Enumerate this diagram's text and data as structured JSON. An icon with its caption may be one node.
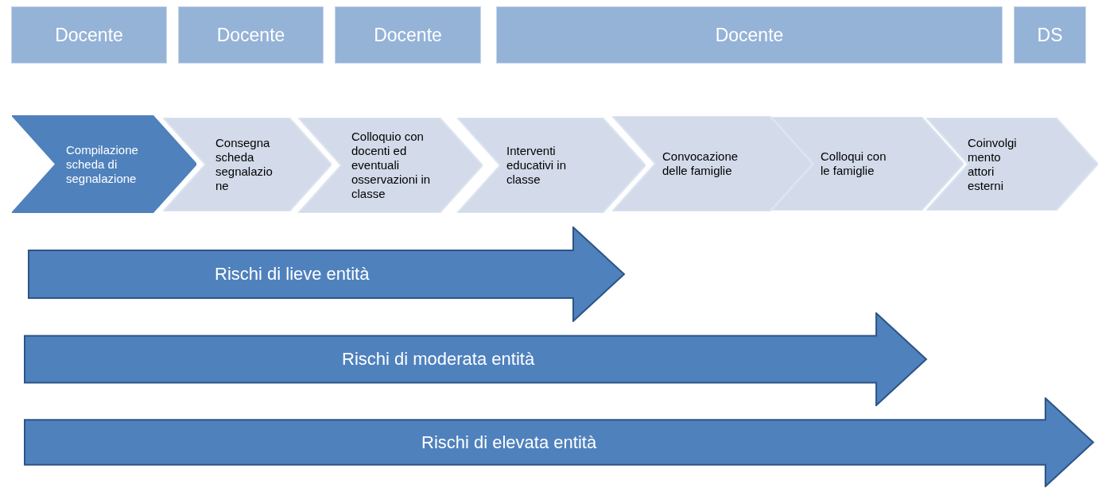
{
  "diagram": {
    "nodes": [
      {
        "text": [
          "Docente"
        ]
      },
      {
        "text": [
          "Docente"
        ]
      },
      {
        "text": [
          "Docente"
        ]
      },
      {
        "text": [
          "Docente"
        ]
      },
      {
        "text": [
          "DS"
        ]
      },
      {
        "text": [
          "Compilazione scheda di segnalazione"
        ]
      },
      {
        "text": [
          "Consegna scheda segnalazione"
        ]
      },
      {
        "text": [
          "Colloquio con docenti ed eventuali osservazioni in classe"
        ]
      },
      {
        "text": [
          "Interventi educativi in classe"
        ]
      },
      {
        "text": [
          "Convocazione delle famiglie"
        ]
      },
      {
        "text": [
          "Colloqui con le famiglie"
        ]
      },
      {
        "text": [
          "Coinvolgimento attori esterni"
        ]
      },
      {
        "text": [
          "Rischi di lieve entità"
        ]
      },
      {
        "text": [
          "Rischi di moderata entità"
        ]
      },
      {
        "text": [
          "Rischi di elevata entità"
        ]
      }
    ],
    "edges": []
  }
}
